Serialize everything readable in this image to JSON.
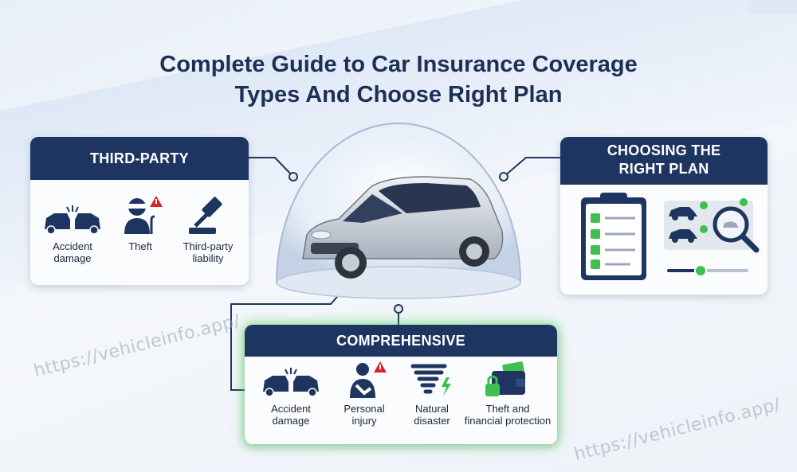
{
  "title_line1": "Complete Guide to Car Insurance Coverage",
  "title_line2": "Types And Choose Right Plan",
  "third_party": {
    "heading": "THIRD-PARTY",
    "items": [
      {
        "label_line1": "Accident",
        "label_line2": "damage",
        "icon": "car-crash-icon"
      },
      {
        "label_line1": "Theft",
        "label_line2": "",
        "icon": "thief-icon"
      },
      {
        "label_line1": "Third-party",
        "label_line2": "liability",
        "icon": "gavel-icon"
      }
    ]
  },
  "choosing": {
    "heading_line1": "CHOOSING THE",
    "heading_line2": "RIGHT PLAN",
    "icons": [
      "checklist-clipboard-icon",
      "car-comparison-icon",
      "magnifier-icon",
      "slider-icon"
    ]
  },
  "comprehensive": {
    "heading": "COMPREHENSIVE",
    "items": [
      {
        "label_line1": "Accident",
        "label_line2": "damage",
        "icon": "car-crash-icon"
      },
      {
        "label_line1": "Personal",
        "label_line2": "injury",
        "icon": "injured-person-icon"
      },
      {
        "label_line1": "Natural",
        "label_line2": "disaster",
        "icon": "tornado-icon"
      },
      {
        "label_line1": "Theft and",
        "label_line2": "financial protection",
        "icon": "wallet-lock-icon"
      }
    ]
  },
  "watermark_text": "https://vehicleinfo.app/",
  "colors": {
    "navy": "#1f3561",
    "accent_green": "#3fbf4f",
    "alert_red": "#d9232e"
  }
}
